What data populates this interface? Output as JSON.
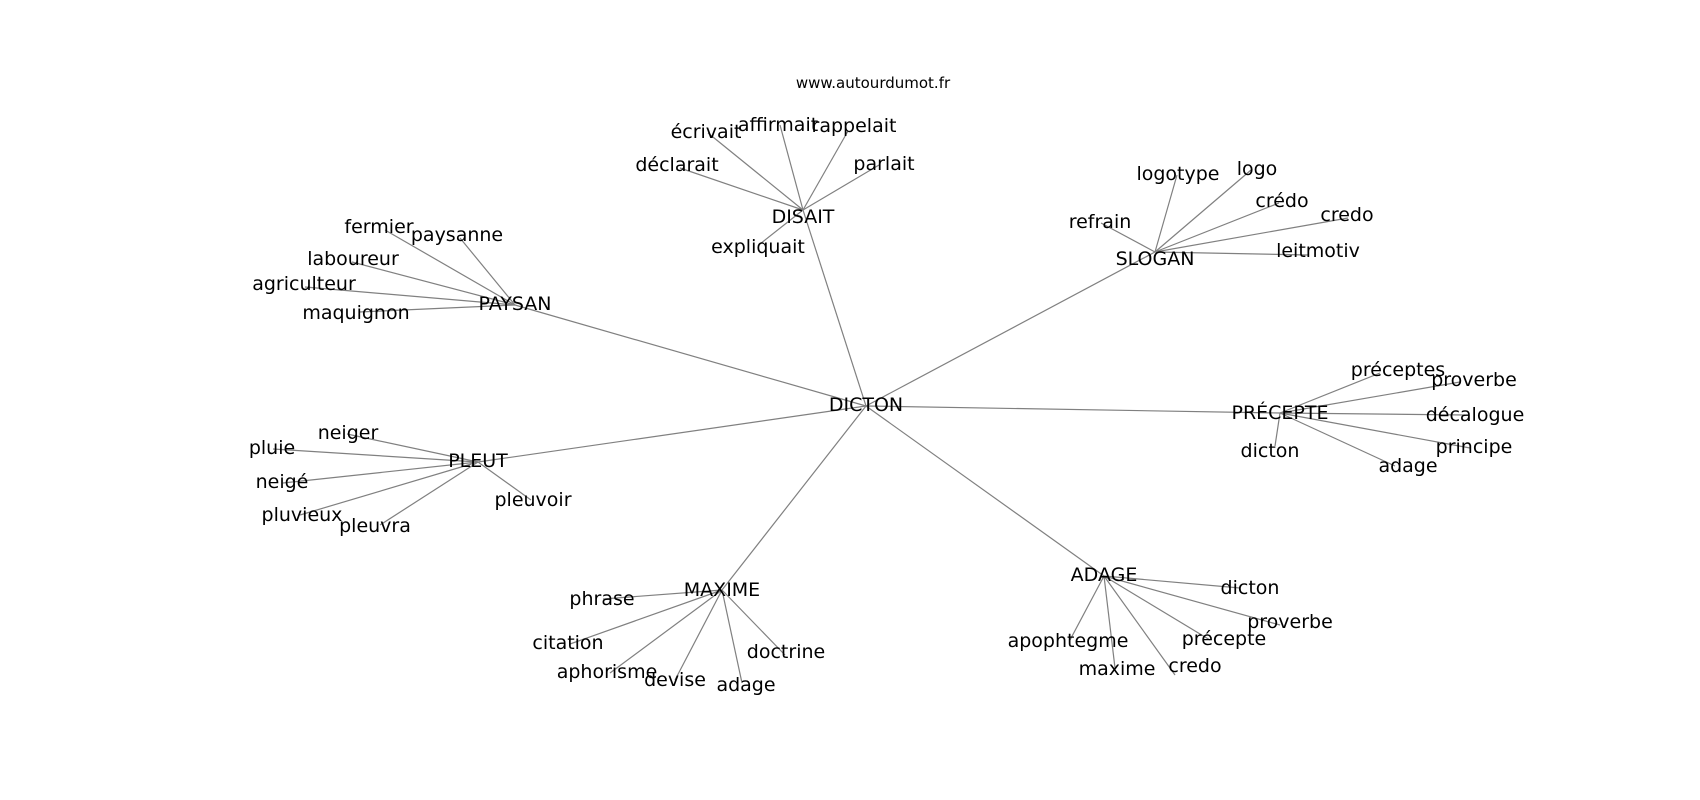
{
  "source": "www.autourdumot.fr",
  "center": "DICTON",
  "groups": [
    {
      "id": "disait",
      "label": "DISAIT",
      "words": [
        "écrivait",
        "affirmait",
        "rappelait",
        "déclarait",
        "parlait",
        "expliquait"
      ]
    },
    {
      "id": "slogan",
      "label": "SLOGAN",
      "words": [
        "logotype",
        "logo",
        "crédo",
        "refrain",
        "credo",
        "leitmotiv"
      ]
    },
    {
      "id": "paysan",
      "label": "PAYSAN",
      "words": [
        "fermier",
        "paysanne",
        "laboureur",
        "agriculteur",
        "maquignon"
      ]
    },
    {
      "id": "precepte",
      "label": "PRÉCEPTE",
      "words": [
        "préceptes",
        "proverbe",
        "décalogue",
        "principe",
        "dicton",
        "adage"
      ]
    },
    {
      "id": "pleut",
      "label": "PLEUT",
      "words": [
        "neiger",
        "pluie",
        "neigé",
        "pluvieux",
        "pleuvra",
        "pleuvoir"
      ]
    },
    {
      "id": "maxime",
      "label": "MAXIME",
      "words": [
        "phrase",
        "citation",
        "aphorisme",
        "devise",
        "adage",
        "doctrine"
      ]
    },
    {
      "id": "adage",
      "label": "ADAGE",
      "words": [
        "dicton",
        "proverbe",
        "précepte",
        "apophtegme",
        "maxime",
        "credo"
      ]
    }
  ]
}
